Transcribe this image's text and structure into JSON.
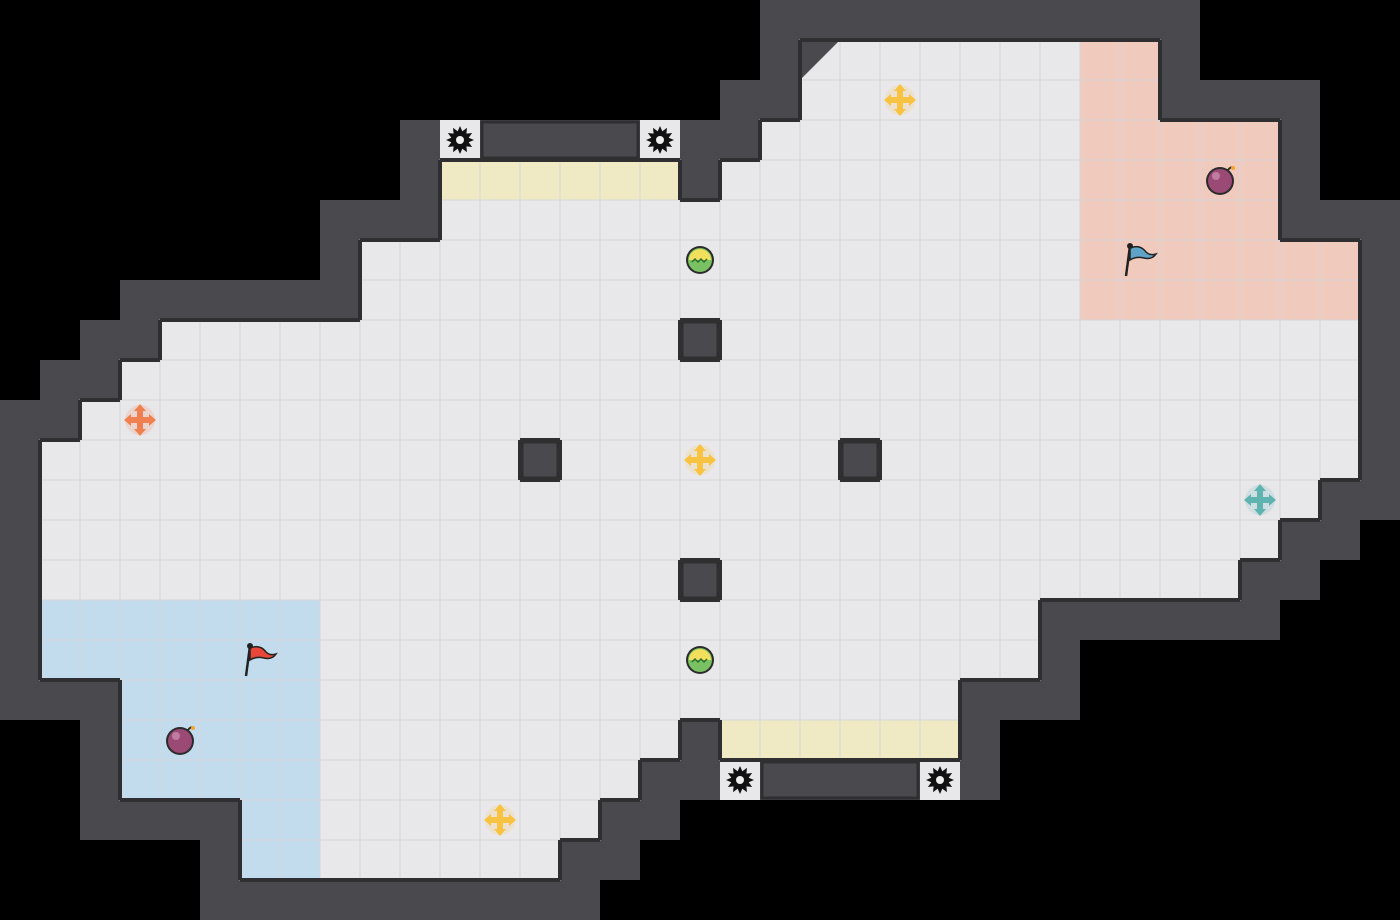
{
  "game": {
    "name": "capture-the-flag-map",
    "palette": {
      "background": "#000000",
      "wall": "#4a4a4e",
      "wall_outline": "#2f2f32",
      "floor": "#e8e8eb",
      "floor_line": "#d6d6da",
      "red_base": "#c2dced",
      "blue_base": "#f0cbbd",
      "speed_pad": "#efeac4",
      "boost_red": "#f08050",
      "boost_blue": "#5fb3b0",
      "boost_neutral": "#f7c340",
      "flag_red": "#e8473a",
      "flag_blue": "#5fa3c9",
      "bomb": "#9a4a74",
      "gate": "#79c162"
    },
    "tokens": [
      {
        "kind": "spike",
        "icon": "spike-icon",
        "col": 11,
        "row": 3
      },
      {
        "kind": "spike",
        "icon": "spike-icon",
        "col": 16,
        "row": 3
      },
      {
        "kind": "spike",
        "icon": "spike-icon",
        "col": 18,
        "row": 19
      },
      {
        "kind": "spike",
        "icon": "spike-icon",
        "col": 23,
        "row": 19
      },
      {
        "kind": "boost-neutral",
        "icon": "boost-neutral-icon",
        "col": 22,
        "row": 2
      },
      {
        "kind": "boost-neutral",
        "icon": "boost-neutral-icon",
        "col": 17,
        "row": 11
      },
      {
        "kind": "boost-neutral",
        "icon": "boost-neutral-icon",
        "col": 12,
        "row": 20
      },
      {
        "kind": "boost-red",
        "icon": "boost-red-icon",
        "col": 3,
        "row": 10
      },
      {
        "kind": "boost-blue",
        "icon": "boost-blue-icon",
        "col": 31,
        "row": 12
      },
      {
        "kind": "gate",
        "icon": "gate-icon",
        "col": 17,
        "row": 6
      },
      {
        "kind": "gate",
        "icon": "gate-icon",
        "col": 17,
        "row": 16
      },
      {
        "kind": "bomb",
        "icon": "bomb-icon",
        "col": 30,
        "row": 4
      },
      {
        "kind": "bomb",
        "icon": "bomb-icon",
        "col": 4,
        "row": 18
      },
      {
        "kind": "flag-blue",
        "icon": "flag-blue-icon",
        "col": 28,
        "row": 6
      },
      {
        "kind": "flag-red",
        "icon": "flag-red-icon",
        "col": 6,
        "row": 16
      }
    ]
  }
}
